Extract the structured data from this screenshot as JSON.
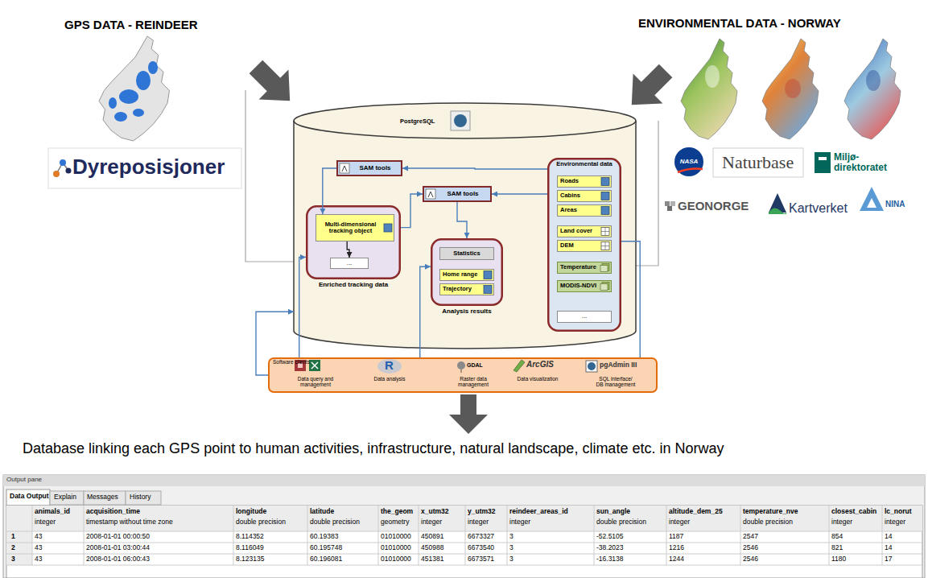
{
  "diagram": {
    "caption": "Database linking each GPS point to human activities, infrastructure, natural landscape, climate etc. in Norway",
    "nodes": [
      {
        "text": [
          "PostgreSQL"
        ]
      },
      {
        "text": [
          "SAM tools"
        ],
        "in": 0
      },
      {
        "text": [
          "Enriched tracking data"
        ],
        "in": 0
      },
      {
        "text": [
          "Multi-dimensional tracking object"
        ],
        "in": 2
      },
      {
        "text": [
          "..."
        ],
        "in": 2
      },
      {
        "text": [
          "SAM tools"
        ],
        "in": 0
      },
      {
        "text": [
          "Analysis results"
        ],
        "in": 0
      },
      {
        "text": [
          "Statistics"
        ],
        "in": 6
      },
      {
        "text": [
          "Home range"
        ],
        "in": 6
      },
      {
        "text": [
          "Trajectory"
        ],
        "in": 6
      },
      {
        "text": [
          "Environmental data"
        ],
        "in": 0
      },
      {
        "text": [
          "Roads"
        ],
        "in": 10
      },
      {
        "text": [
          "Cabins"
        ],
        "in": 10
      },
      {
        "text": [
          "Areas"
        ],
        "in": 10
      },
      {
        "text": [
          "Land cover"
        ],
        "in": 10
      },
      {
        "text": [
          "DEM"
        ],
        "in": 10
      },
      {
        "text": [
          "Temperature"
        ],
        "in": 10
      },
      {
        "text": [
          "MODIS-NDVI"
        ],
        "in": 10
      },
      {
        "text": [
          "..."
        ],
        "in": 10
      },
      {
        "text": [
          "Software clients",
          "Data query and management",
          "R",
          "Data analysis",
          "GDAL",
          "Raster data management",
          "ArcGIS",
          "Data visualization",
          "pgAdmin III",
          "SQL interface/ DB management"
        ]
      }
    ],
    "edges": [
      {
        "from": 1,
        "to": 3,
        "arrow": "to"
      },
      {
        "from": 10,
        "to": 1,
        "arrow": "to"
      },
      {
        "from": 10,
        "to": 5,
        "arrow": "to"
      },
      {
        "from": 2,
        "to": 5,
        "arrow": "to"
      },
      {
        "from": 5,
        "to": 6,
        "arrow": "to"
      },
      {
        "from": 19,
        "to": 6,
        "arrow": "to"
      },
      {
        "from": 19,
        "to": 2,
        "arrow": "to"
      },
      {
        "from": 19,
        "to": 10,
        "arrow": "none"
      },
      {
        "from": 19,
        "to": 0,
        "arrow": "to"
      },
      {
        "from": 3,
        "to": 4,
        "arrow": "to"
      }
    ],
    "labels": [
      "GPS DATA - REINDEER",
      "Dyreposisjoner",
      "ENVIRONMENTAL DATA - NORWAY",
      "NASA",
      "Naturbase",
      "Miljø- direktoratet",
      "GEONORGE",
      "Kartverket",
      "NINA",
      "Output pane",
      "Data Output",
      "Explain",
      "Messages",
      "History",
      "animals_id",
      "integer",
      "acquisition_time",
      "timestamp without time zone",
      "longitude",
      "double precision",
      "latitude",
      "double precision",
      "the_geom",
      "geometry",
      "x_utm32",
      "integer",
      "y_utm32",
      "integer",
      "reindeer_areas_id",
      "integer",
      "sun_angle",
      "double precision",
      "altitude_dem_25",
      "integer",
      "temperature_nve",
      "double precision",
      "closest_cabin",
      "integer",
      "lc_norut",
      "integer",
      "1",
      "43",
      "2008-01-01 00:00:50",
      "8.114352",
      "60.19383",
      "01010000",
      "450891",
      "6673327",
      "3",
      "-52.5105",
      "1187",
      "2547",
      "854",
      "14",
      "2",
      "43",
      "2008-01-01 03:00:44",
      "8.116049",
      "60.195748",
      "01010000",
      "450988",
      "6673540",
      "3",
      "-38.2023",
      "1216",
      "2546",
      "821",
      "14",
      "3",
      "43",
      "2008-01-01 06:00:43",
      "8.123135",
      "60.196081",
      "01010000",
      "451381",
      "6673571",
      "3",
      "-16.3138",
      "1244",
      "2546",
      "1180",
      "17"
    ]
  }
}
